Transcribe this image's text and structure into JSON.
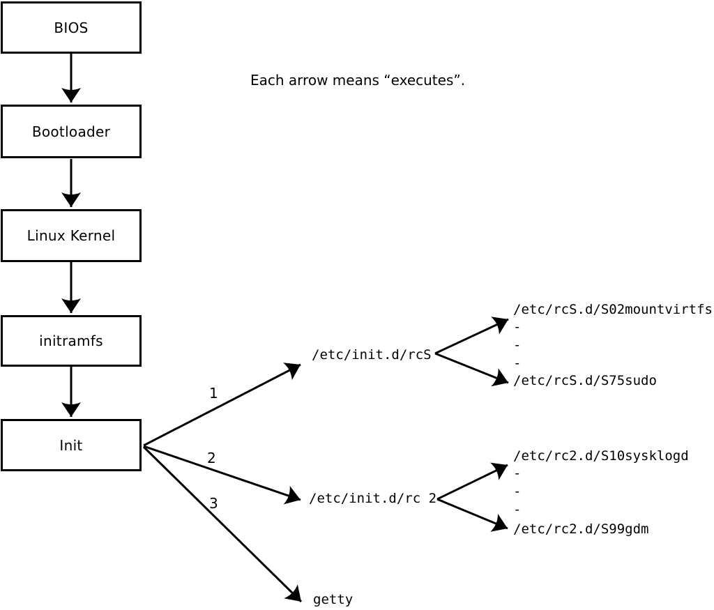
{
  "note": "Each arrow means “executes”.",
  "boot_sequence": {
    "nodes": [
      {
        "label": "BIOS"
      },
      {
        "label": "Bootloader"
      },
      {
        "label": "Linux Kernel"
      },
      {
        "label": "initramfs"
      },
      {
        "label": "Init"
      }
    ]
  },
  "init_branches": {
    "order_labels": [
      "1",
      "2",
      "3"
    ],
    "targets": [
      {
        "label": "/etc/init.d/rcS"
      },
      {
        "label": "/etc/init.d/rc 2"
      },
      {
        "label": "getty"
      }
    ]
  },
  "rcS_scripts": {
    "first": "/etc/rcS.d/S02mountvirtfs",
    "ellipsis": [
      "-",
      "-",
      "-"
    ],
    "last": "/etc/rcS.d/S75sudo"
  },
  "rc2_scripts": {
    "first": "/etc/rc2.d/S10sysklogd",
    "ellipsis": [
      "-",
      "-",
      "-"
    ],
    "last": "/etc/rc2.d/S99gdm"
  },
  "colors": {
    "line": "#000000",
    "background": "#ffffff",
    "box_fill": "#ffffff"
  }
}
